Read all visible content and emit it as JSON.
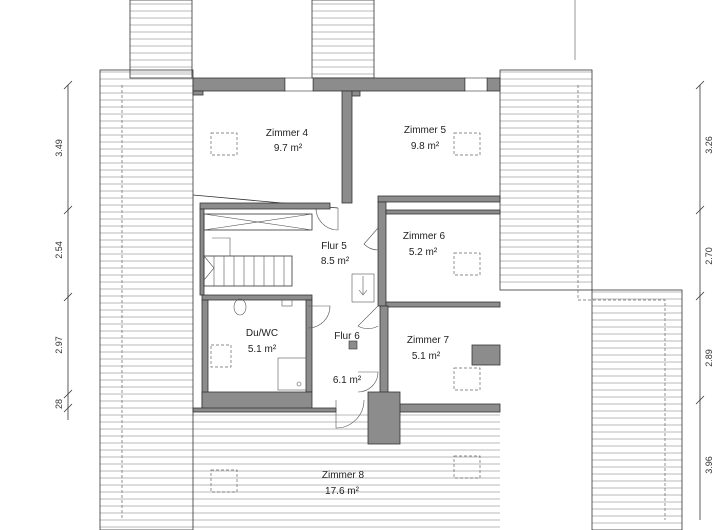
{
  "rooms": {
    "zimmer4": {
      "name": "Zimmer 4",
      "area": "9.7 m²"
    },
    "zimmer5": {
      "name": "Zimmer 5",
      "area": "9.8 m²"
    },
    "flur5": {
      "name": "Flur 5",
      "area": "8.5 m²"
    },
    "zimmer6": {
      "name": "Zimmer 6",
      "area": "5.2 m²"
    },
    "duwc": {
      "name": "Du/WC",
      "area": "5.1 m²"
    },
    "flur6": {
      "name": "Flur 6",
      "area": "6.1 m²"
    },
    "zimmer7": {
      "name": "Zimmer 7",
      "area": "5.1 m²"
    },
    "zimmer8": {
      "name": "Zimmer 8",
      "area": "17.6 m²"
    }
  },
  "dimensions": {
    "left": [
      "3.49",
      "2.54",
      "2.97",
      "28"
    ],
    "right": [
      "3.26",
      "2.70",
      "2.89",
      "3.96"
    ]
  },
  "colors": {
    "wall": "#8c8c8c",
    "line": "#333333",
    "background": "#ffffff"
  }
}
